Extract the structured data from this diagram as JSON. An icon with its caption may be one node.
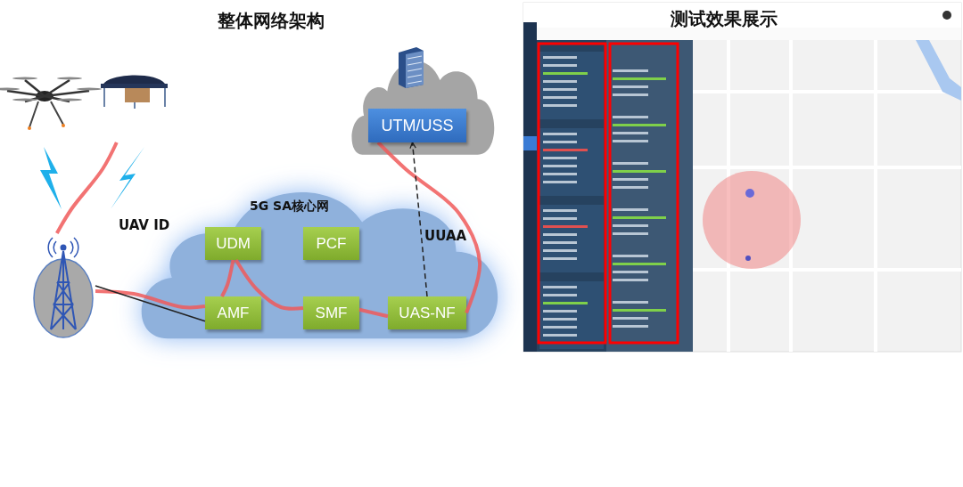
{
  "diagram": {
    "title": "整体网络架构",
    "nodes": [
      {
        "text": [],
        "shape": "picture"
      },
      {
        "text": [],
        "shape": "picture"
      },
      {
        "text": [
          "5G SA核心网"
        ]
      },
      {
        "text": [
          "UDM"
        ],
        "in": 2
      },
      {
        "text": [
          "PCF"
        ],
        "in": 2
      },
      {
        "text": [
          "AMF"
        ],
        "in": 2
      },
      {
        "text": [
          "SMF"
        ],
        "in": 2
      },
      {
        "text": [
          "UAS-NF"
        ],
        "in": 2
      },
      {
        "text": [],
        "shape": "cloud"
      },
      {
        "text": [
          "UTM/USS"
        ],
        "in": 8
      }
    ],
    "edges": [
      {
        "from": 0,
        "to": 1,
        "arrow": "none"
      },
      {
        "from": 1,
        "to": 5,
        "arrow": "none"
      },
      {
        "from": 1,
        "to": 5,
        "arrow": "none",
        "color": "#222222"
      },
      {
        "from": 5,
        "to": 3,
        "arrow": "none"
      },
      {
        "from": 3,
        "to": 6,
        "arrow": "none"
      },
      {
        "from": 6,
        "to": 7,
        "arrow": "none"
      },
      {
        "from": 7,
        "to": 9,
        "arrow": "none"
      },
      {
        "from": 7,
        "to": 9,
        "arrow": "to",
        "style": "dashed",
        "color": "#222222"
      }
    ],
    "labels": [
      "测试效果展示",
      "UAV ID",
      "UUAA"
    ]
  }
}
